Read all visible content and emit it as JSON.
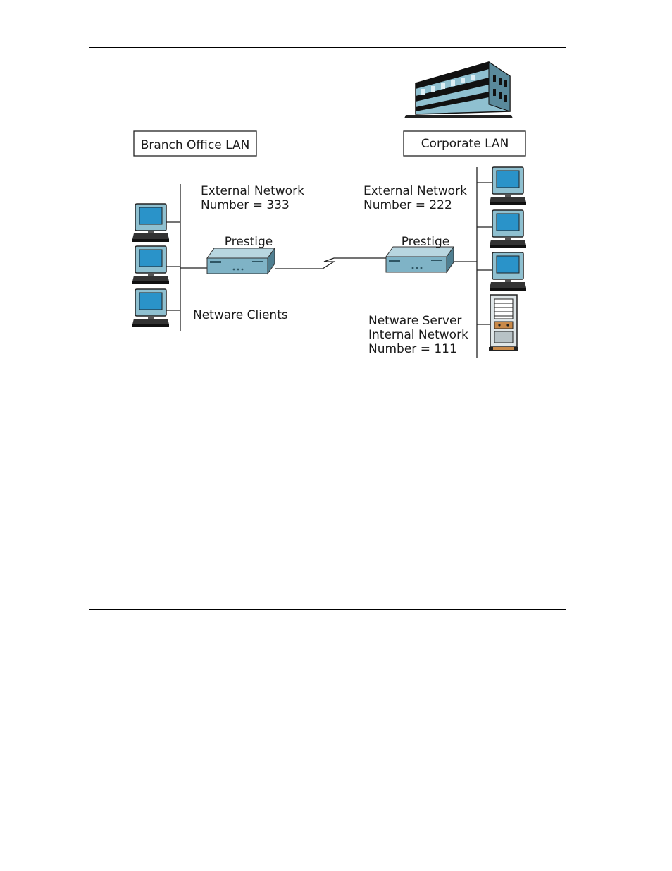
{
  "diagram": {
    "branch": {
      "title": "Branch Office LAN",
      "net_line1": "External Network",
      "net_line2": "Number = 333",
      "router_label": "Prestige",
      "clients_label": "Netware Clients"
    },
    "corporate": {
      "title": "Corporate LAN",
      "net_line1": "External Network",
      "net_line2": "Number = 222",
      "router_label": "Prestige",
      "server_line1": "Netware Server",
      "server_line2": "Internal Network",
      "server_line3": "Number = 111"
    },
    "icons": [
      "office-building-icon",
      "computer-icon",
      "router-icon",
      "server-tower-icon"
    ],
    "colors": {
      "device_blue": "#7fb3c6",
      "device_dark": "#4f7f91",
      "screen": "#2a93c9",
      "server_accent": "#c98a4a"
    }
  }
}
